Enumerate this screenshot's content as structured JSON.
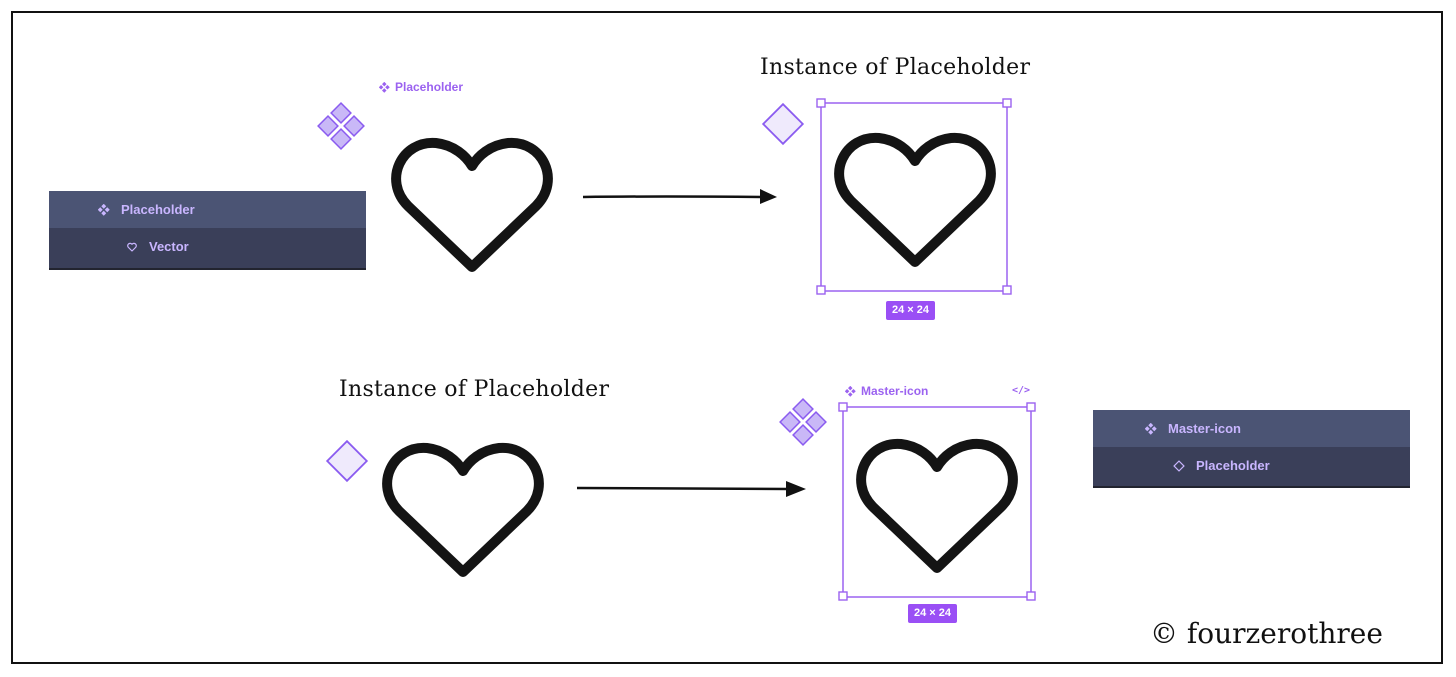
{
  "colors": {
    "accent": "#9b62f0",
    "component_fill": "#c9b8f7",
    "instance_fill": "#efeafc",
    "panel_bg": "#3a3f59",
    "panel_selected": "#4b5474",
    "badge": "#9a4ff5",
    "ink": "#111111"
  },
  "top": {
    "component_label": "Placeholder",
    "layers": [
      {
        "icon": "component-icon",
        "label": "Placeholder"
      },
      {
        "icon": "heart-icon",
        "label": "Vector"
      }
    ],
    "instance_title": "Instance of Placeholder",
    "size_badge": "24 × 24"
  },
  "bottom": {
    "instance_title": "Instance of Placeholder",
    "component_label": "Master-icon",
    "code_icon_text": "</>",
    "size_badge": "24 × 24",
    "layers": [
      {
        "icon": "component-icon",
        "label": "Master-icon"
      },
      {
        "icon": "instance-diamond-icon",
        "label": "Placeholder"
      }
    ]
  },
  "copyright": "© fourzerothree"
}
